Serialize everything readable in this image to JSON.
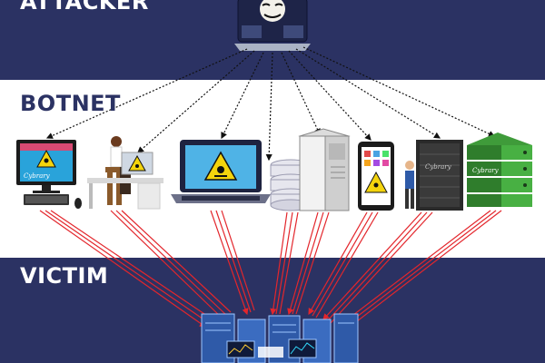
{
  "labels": {
    "attacker": "ATTACKER",
    "botnet": "BOTNET",
    "victim": "VICTIM"
  },
  "botnet_devices": [
    {
      "name": "desktop-computer",
      "brand": "Cybrary"
    },
    {
      "name": "person-at-computer"
    },
    {
      "name": "laptop"
    },
    {
      "name": "database-server"
    },
    {
      "name": "tower-server"
    },
    {
      "name": "smartphone"
    },
    {
      "name": "server-rack-with-person",
      "brand": "Cybrary"
    },
    {
      "name": "green-server-stack",
      "brand": "Cybrary"
    }
  ],
  "colors": {
    "navy": "#2b3263",
    "attack_arrow": "#e3262c",
    "command_line": "#111111",
    "warning": "#f4d40d"
  },
  "icons": [
    "hacker-mask-icon",
    "warning-skull-icon",
    "data-center-icon"
  ]
}
